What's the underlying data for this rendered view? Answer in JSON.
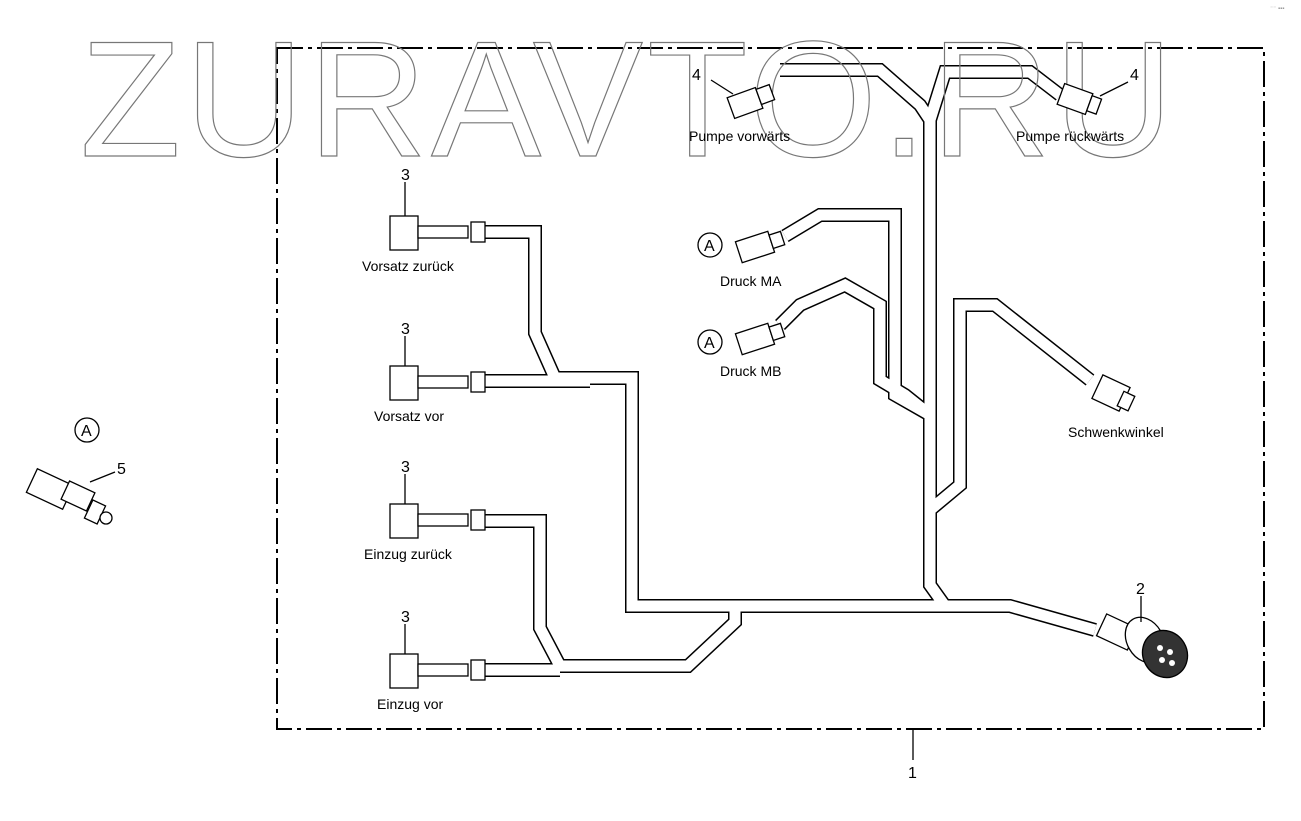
{
  "watermark": "ZURAVTO.RU",
  "corner_mark": "⁻⁻ ▪▪▪",
  "connectors": [
    {
      "label": "Pumpe vorwärts",
      "number": "4"
    },
    {
      "label": "Pumpe rückwärts",
      "number": "4"
    },
    {
      "label": "Vorsatz zurück",
      "number": "3"
    },
    {
      "label": "Vorsatz vor",
      "number": "3"
    },
    {
      "label": "Einzug zurück",
      "number": "3"
    },
    {
      "label": "Einzug vor",
      "number": "3"
    },
    {
      "label": "Druck MA",
      "marker": "A"
    },
    {
      "label": "Druck MB",
      "marker": "A"
    },
    {
      "label": "Schwenkwinkel"
    }
  ],
  "main_plug": {
    "number": "2"
  },
  "assembly": {
    "number": "1"
  },
  "sensor": {
    "number": "5",
    "marker": "A"
  }
}
